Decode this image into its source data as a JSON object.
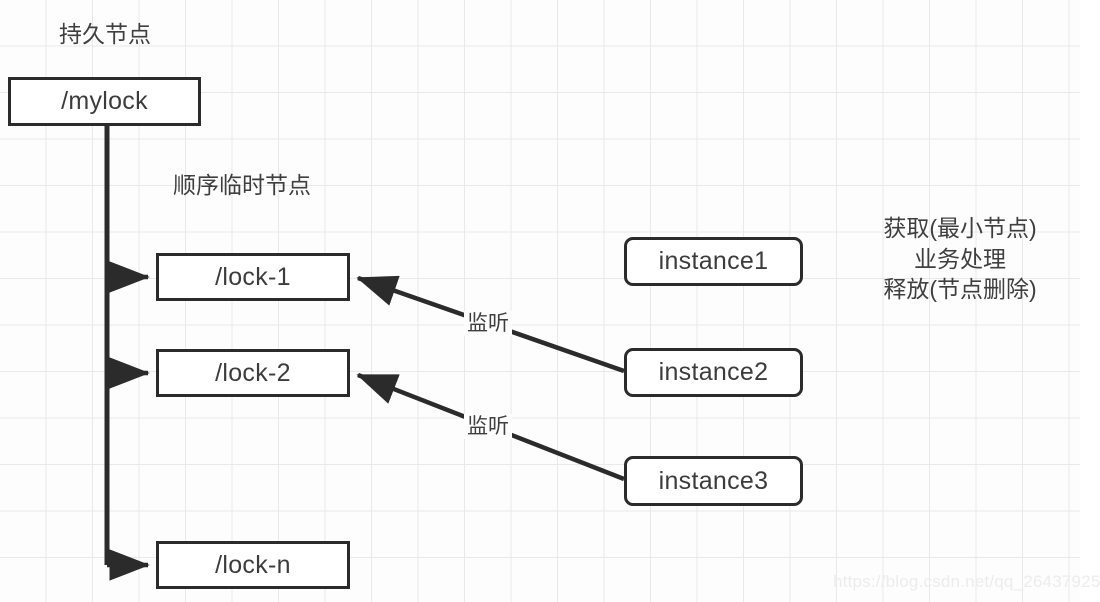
{
  "diagram": {
    "title_labels": {
      "persistent_node": "持久节点",
      "sequential_ephemeral_node": "顺序临时节点"
    },
    "root_node": {
      "label": "/mylock",
      "shape": "rectangle"
    },
    "lock_nodes": [
      {
        "label": "/lock-1",
        "shape": "rectangle"
      },
      {
        "label": "/lock-2",
        "shape": "rectangle"
      },
      {
        "label": "/lock-n",
        "shape": "rectangle"
      }
    ],
    "instances": [
      {
        "label": "instance1",
        "shape": "rounded-rectangle"
      },
      {
        "label": "instance2",
        "shape": "rounded-rectangle"
      },
      {
        "label": "instance3",
        "shape": "rounded-rectangle"
      }
    ],
    "watch_edges": [
      {
        "label": "监听",
        "from": "instance2",
        "to": "/lock-1"
      },
      {
        "label": "监听",
        "from": "instance3",
        "to": "/lock-2"
      }
    ],
    "side_note": {
      "lines": [
        "获取(最小节点)",
        "业务处理",
        "释放(节点删除)"
      ]
    },
    "watermark": "https://blog.csdn.net/qq_26437925",
    "colors": {
      "stroke": "#2b2b2b",
      "text": "#3c3c3c",
      "grid": "#e9e9e9",
      "background": "#fdfdfd",
      "watermark": "#ececec"
    }
  }
}
